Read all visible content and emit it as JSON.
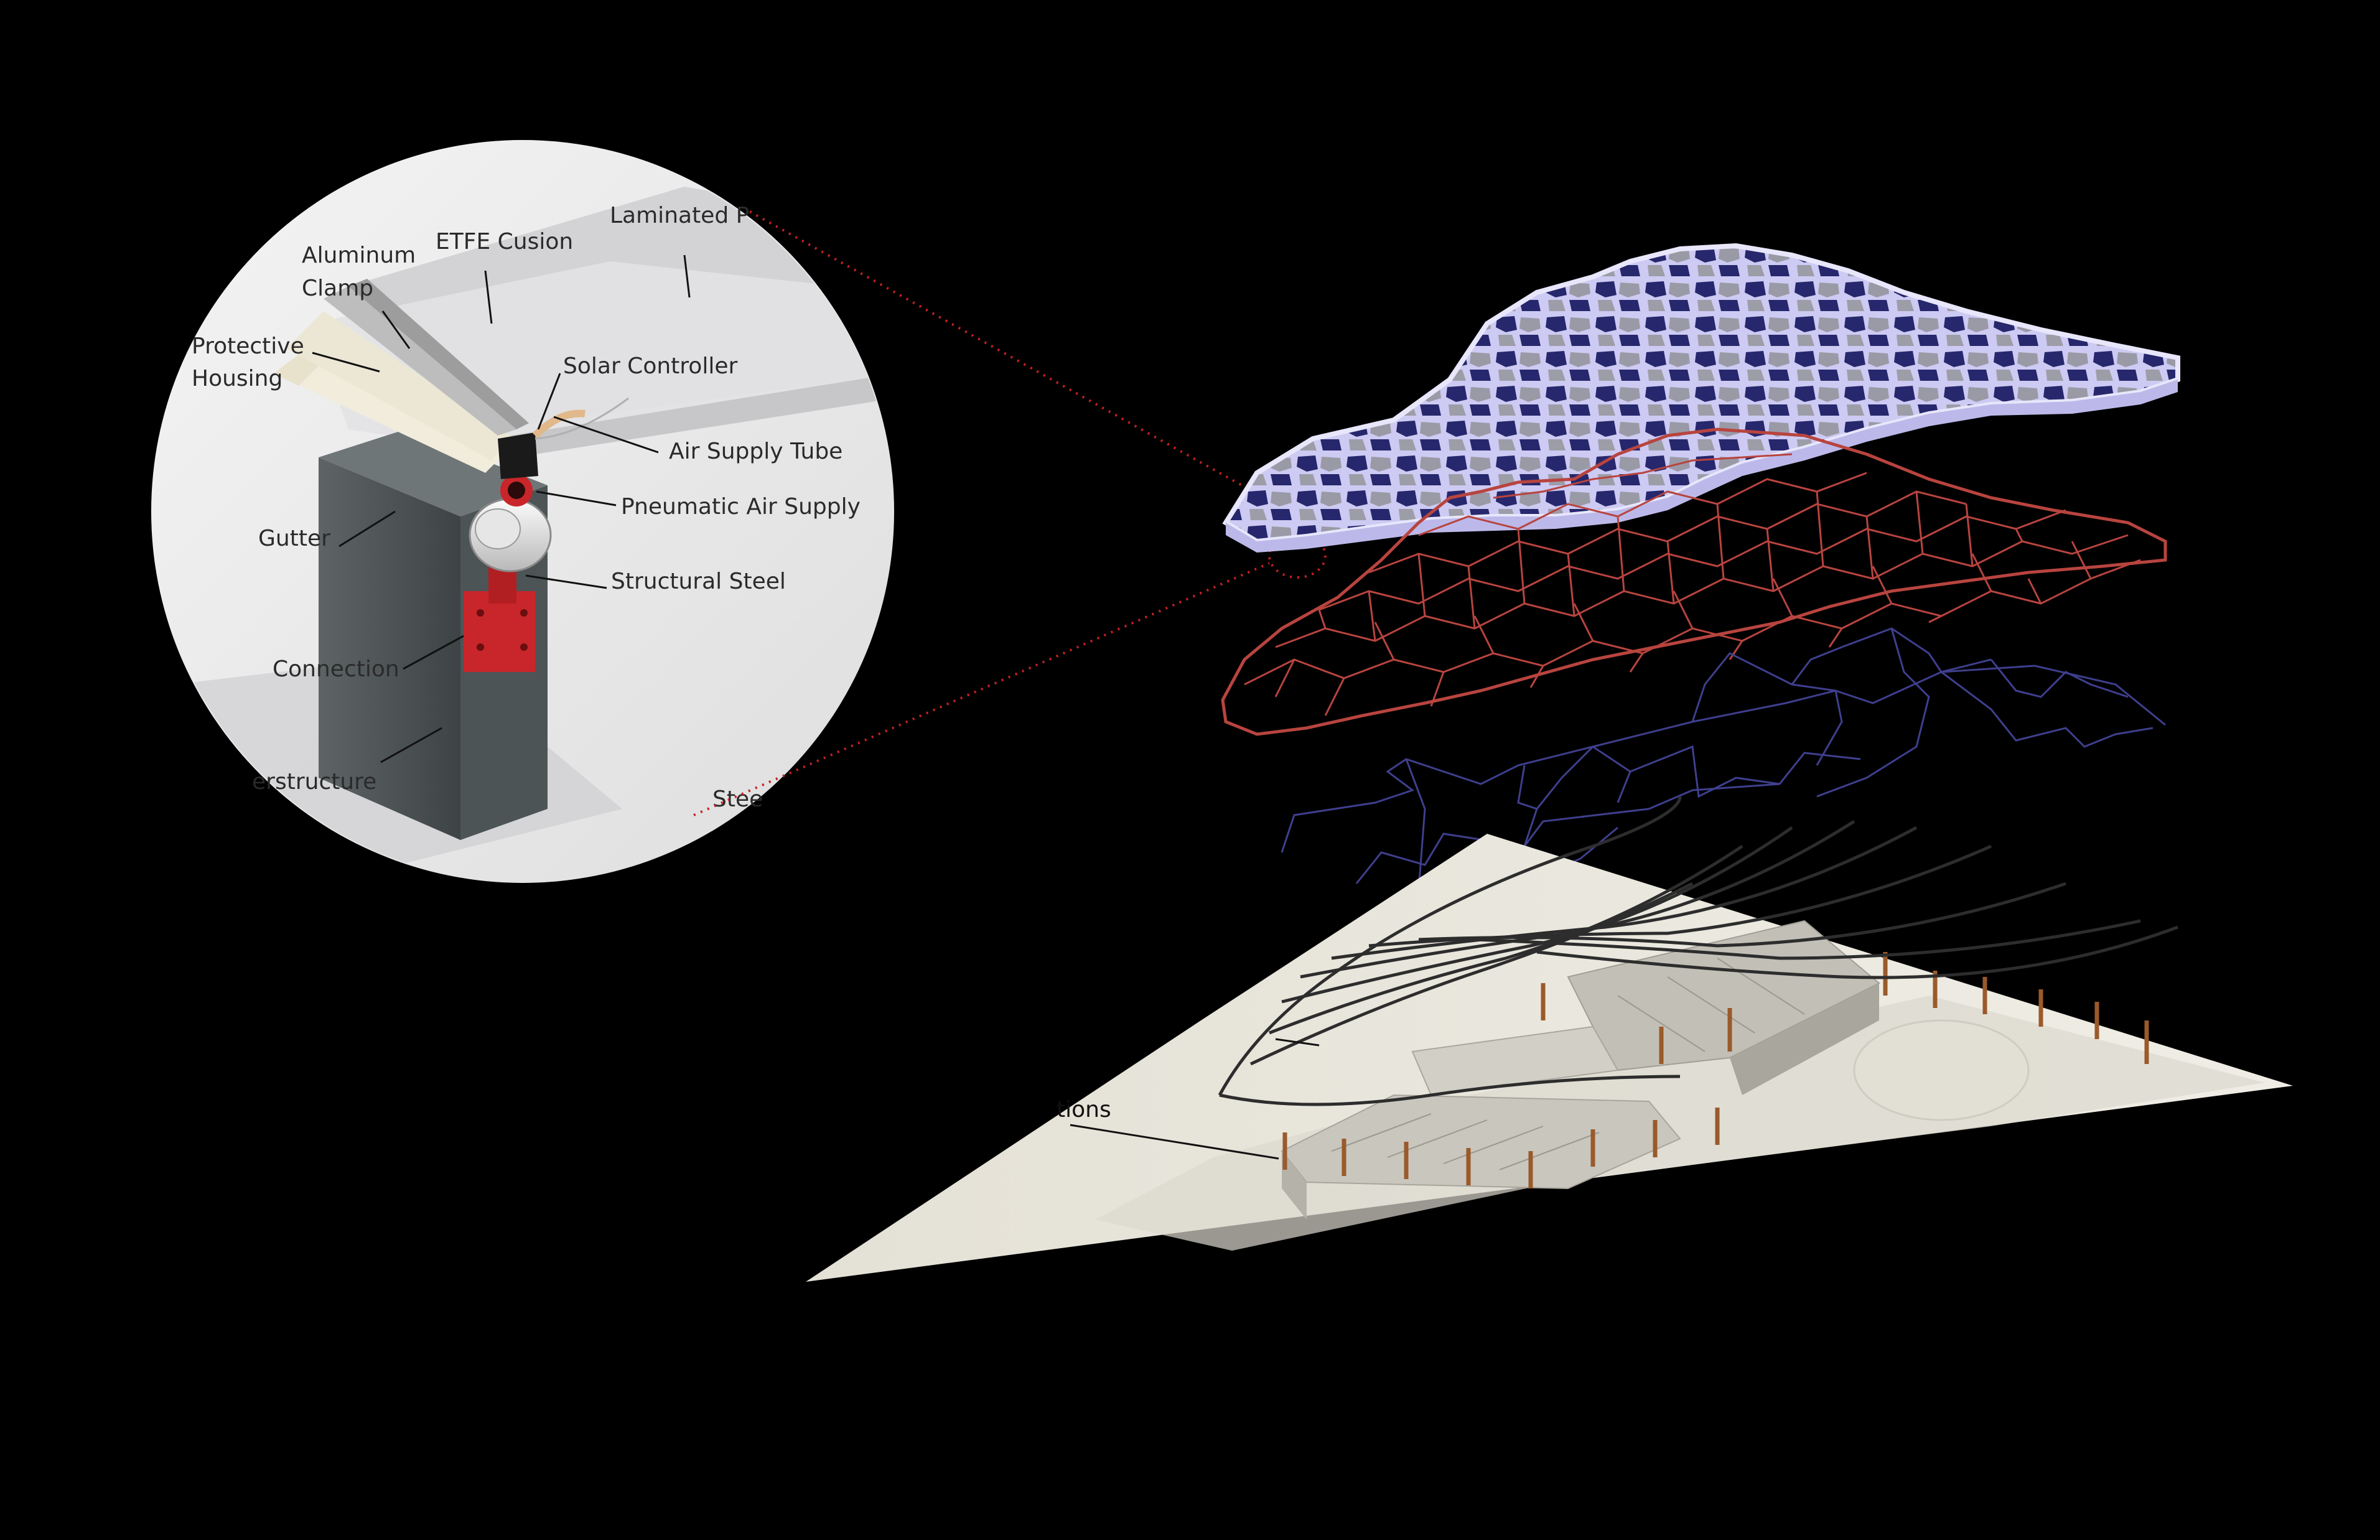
{
  "colors": {
    "background": "#000000",
    "detail_bg": "#ececec",
    "steel_red": "#c8262a",
    "cushion_blue": "#23246a",
    "cell_frame": "#b9b5f0",
    "red_grid": "#b8443f",
    "blue_grid": "#3f3f8f",
    "site_plane": "#e9e6dc",
    "building": "#cfcdc6",
    "column": "#9a5a2a",
    "rib": "#2d2d2d",
    "leader_dots": "#c82020"
  },
  "detail_labels": {
    "laminated": "Laminated P",
    "etfe": "ETFE Cusion",
    "aluminum_1": "Aluminum",
    "aluminum_2": "Clamp",
    "protective_1": "Protective",
    "protective_2": "Housing",
    "solar": "Solar Controller",
    "air_tube": "Air Supply Tube",
    "pneumatic": "Pneumatic Air Supply",
    "gutter": "Gutter",
    "steel": "Structural Steel",
    "connection": "Connection",
    "superstructure": "erstructure",
    "steel_cut": "Stee"
  },
  "site_labels": {
    "foundations": "tions"
  }
}
